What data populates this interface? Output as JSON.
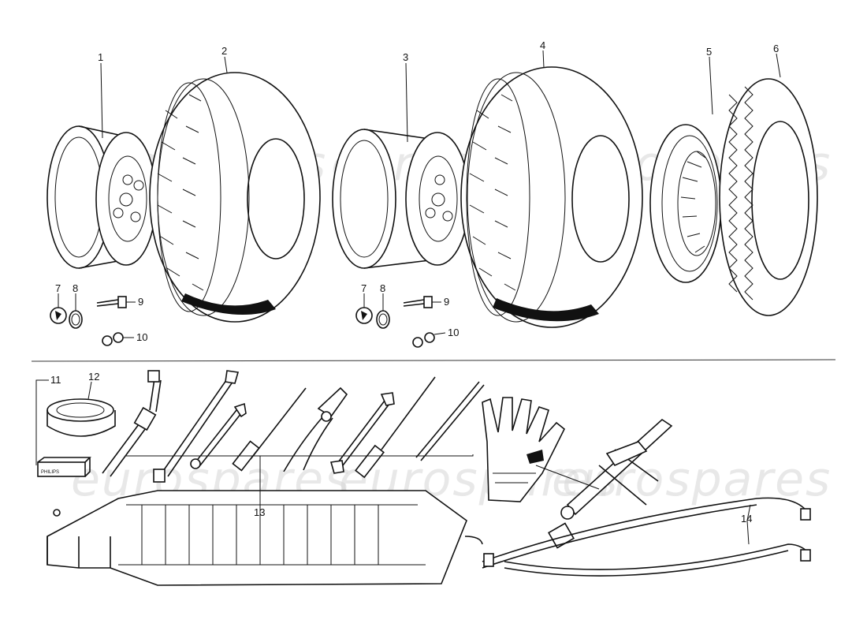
{
  "watermark": "eurospares",
  "callouts": {
    "c1": "1",
    "c2": "2",
    "c3": "3",
    "c4": "4",
    "c5": "5",
    "c6": "6",
    "c7a": "7",
    "c8a": "8",
    "c9a": "9",
    "c10a": "10",
    "c7b": "7",
    "c8b": "8",
    "c9b": "9",
    "c10b": "10",
    "c11": "11",
    "c12": "12",
    "c13": "13",
    "c14": "14"
  },
  "brand_label": "PHILIPS",
  "icons": [
    "wheel-rim",
    "tyre",
    "wire-wheel",
    "hub-cap",
    "washer",
    "wheel-bolt",
    "nut",
    "bulb-box",
    "spare-bulb-container",
    "wheel-brace",
    "spanner",
    "screwdriver",
    "pliers",
    "glove",
    "jack",
    "tool-roll",
    "strap"
  ]
}
